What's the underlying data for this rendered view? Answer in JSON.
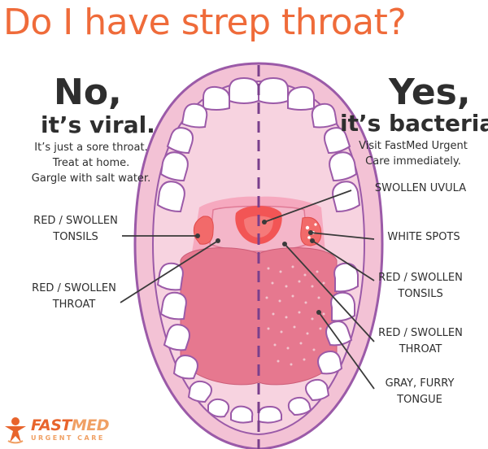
{
  "title": "Do I have strep throat?",
  "left_panel": {
    "heading": "No,",
    "subheading": "it’s viral.",
    "lines": [
      "It’s just a sore throat.",
      "Treat at home.",
      "Gargle with salt water."
    ]
  },
  "right_panel": {
    "heading": "Yes,",
    "subheading": "it’s bacterial.",
    "lines": [
      "Visit FastMed Urgent",
      "Care immediately."
    ]
  },
  "labels": {
    "left_tonsils": [
      "RED / SWOLLEN",
      "TONSILS"
    ],
    "left_throat": [
      "RED / SWOLLEN",
      "THROAT"
    ],
    "uvula": "SWOLLEN UVULA",
    "white_spots": "WHITE SPOTS",
    "right_tonsils": [
      "RED / SWOLLEN",
      "TONSILS"
    ],
    "right_throat": [
      "RED / SWOLLEN",
      "THROAT"
    ],
    "tongue": [
      "GRAY, FURRY",
      "TONGUE"
    ]
  },
  "logo": {
    "brand_fast": "FAST",
    "brand_med": "MED",
    "sub": "URGENT CARE"
  },
  "colors": {
    "title": "#ef6b3a",
    "outline": "#9b5aa8",
    "gum": "#f6c6d6",
    "tongue": "#e6788f",
    "throat": "#f08aa3",
    "accent": "#e8642c"
  },
  "icons": [
    "person-logo-icon"
  ]
}
